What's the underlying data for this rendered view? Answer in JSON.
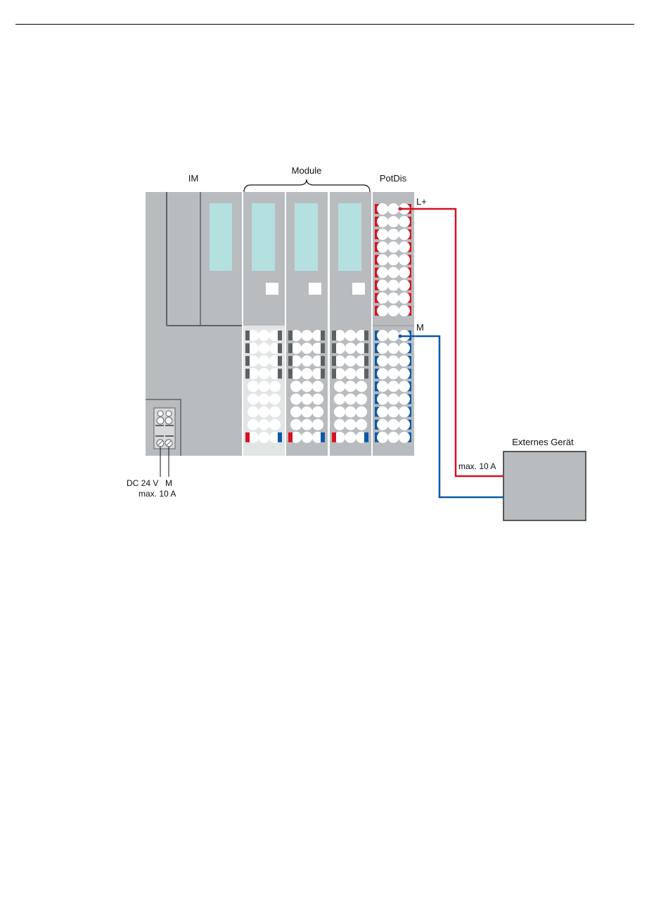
{
  "labels": {
    "im": "IM",
    "module": "Module",
    "potdis": "PotDis",
    "l_plus": "L+",
    "m": "M",
    "external_device": "Externes Gerät",
    "max_external": "max. 10 A",
    "dc24v": "DC 24 V",
    "im_m": "M",
    "max_im": "max. 10 A"
  },
  "colors": {
    "housing": "#b8bcbf",
    "housing_dark": "#5f6366",
    "display": "#b5e0e0",
    "red": "#d4131e",
    "blue": "#0a58a8",
    "terminal_white": "#ffffff",
    "grey_bar": "#5c6163",
    "external_box": "#b8bcbf"
  },
  "icons": {
    "brace": "curly-brace-icon",
    "terminal": "terminal-circle-icon",
    "screw": "screw-terminal-icon"
  }
}
